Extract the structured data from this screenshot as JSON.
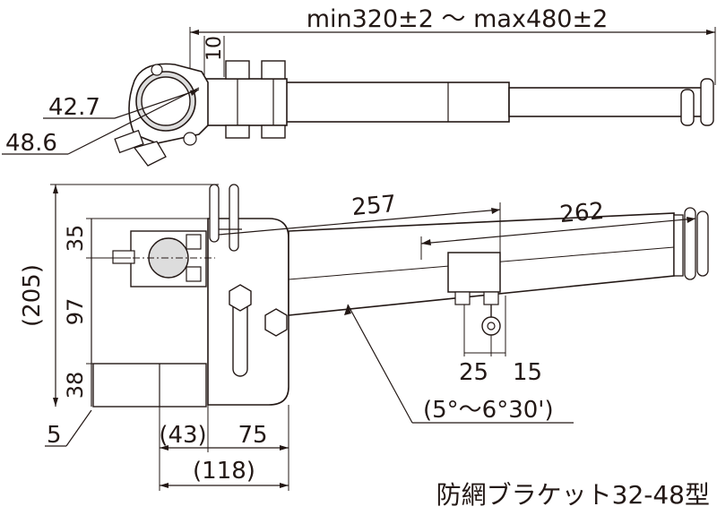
{
  "drawing": {
    "title": "防網ブラケット32-48型",
    "top_view": {
      "length_range": "min320±2 ～ max480±2",
      "offset": "10",
      "inner_diameter": "42.7",
      "outer_diameter": "48.6"
    },
    "side_view": {
      "arm_length_1": "257",
      "arm_length_2": "262",
      "overall_height": "(205)",
      "height_top": "35",
      "height_middle": "97",
      "height_bottom": "38",
      "base_offset": "5",
      "clamp_width": "(43)",
      "plate_width": "75",
      "overall_width": "(118)",
      "bolt_spacing_1": "25",
      "bolt_spacing_2": "15",
      "angle": "(5°～6°30')"
    }
  }
}
